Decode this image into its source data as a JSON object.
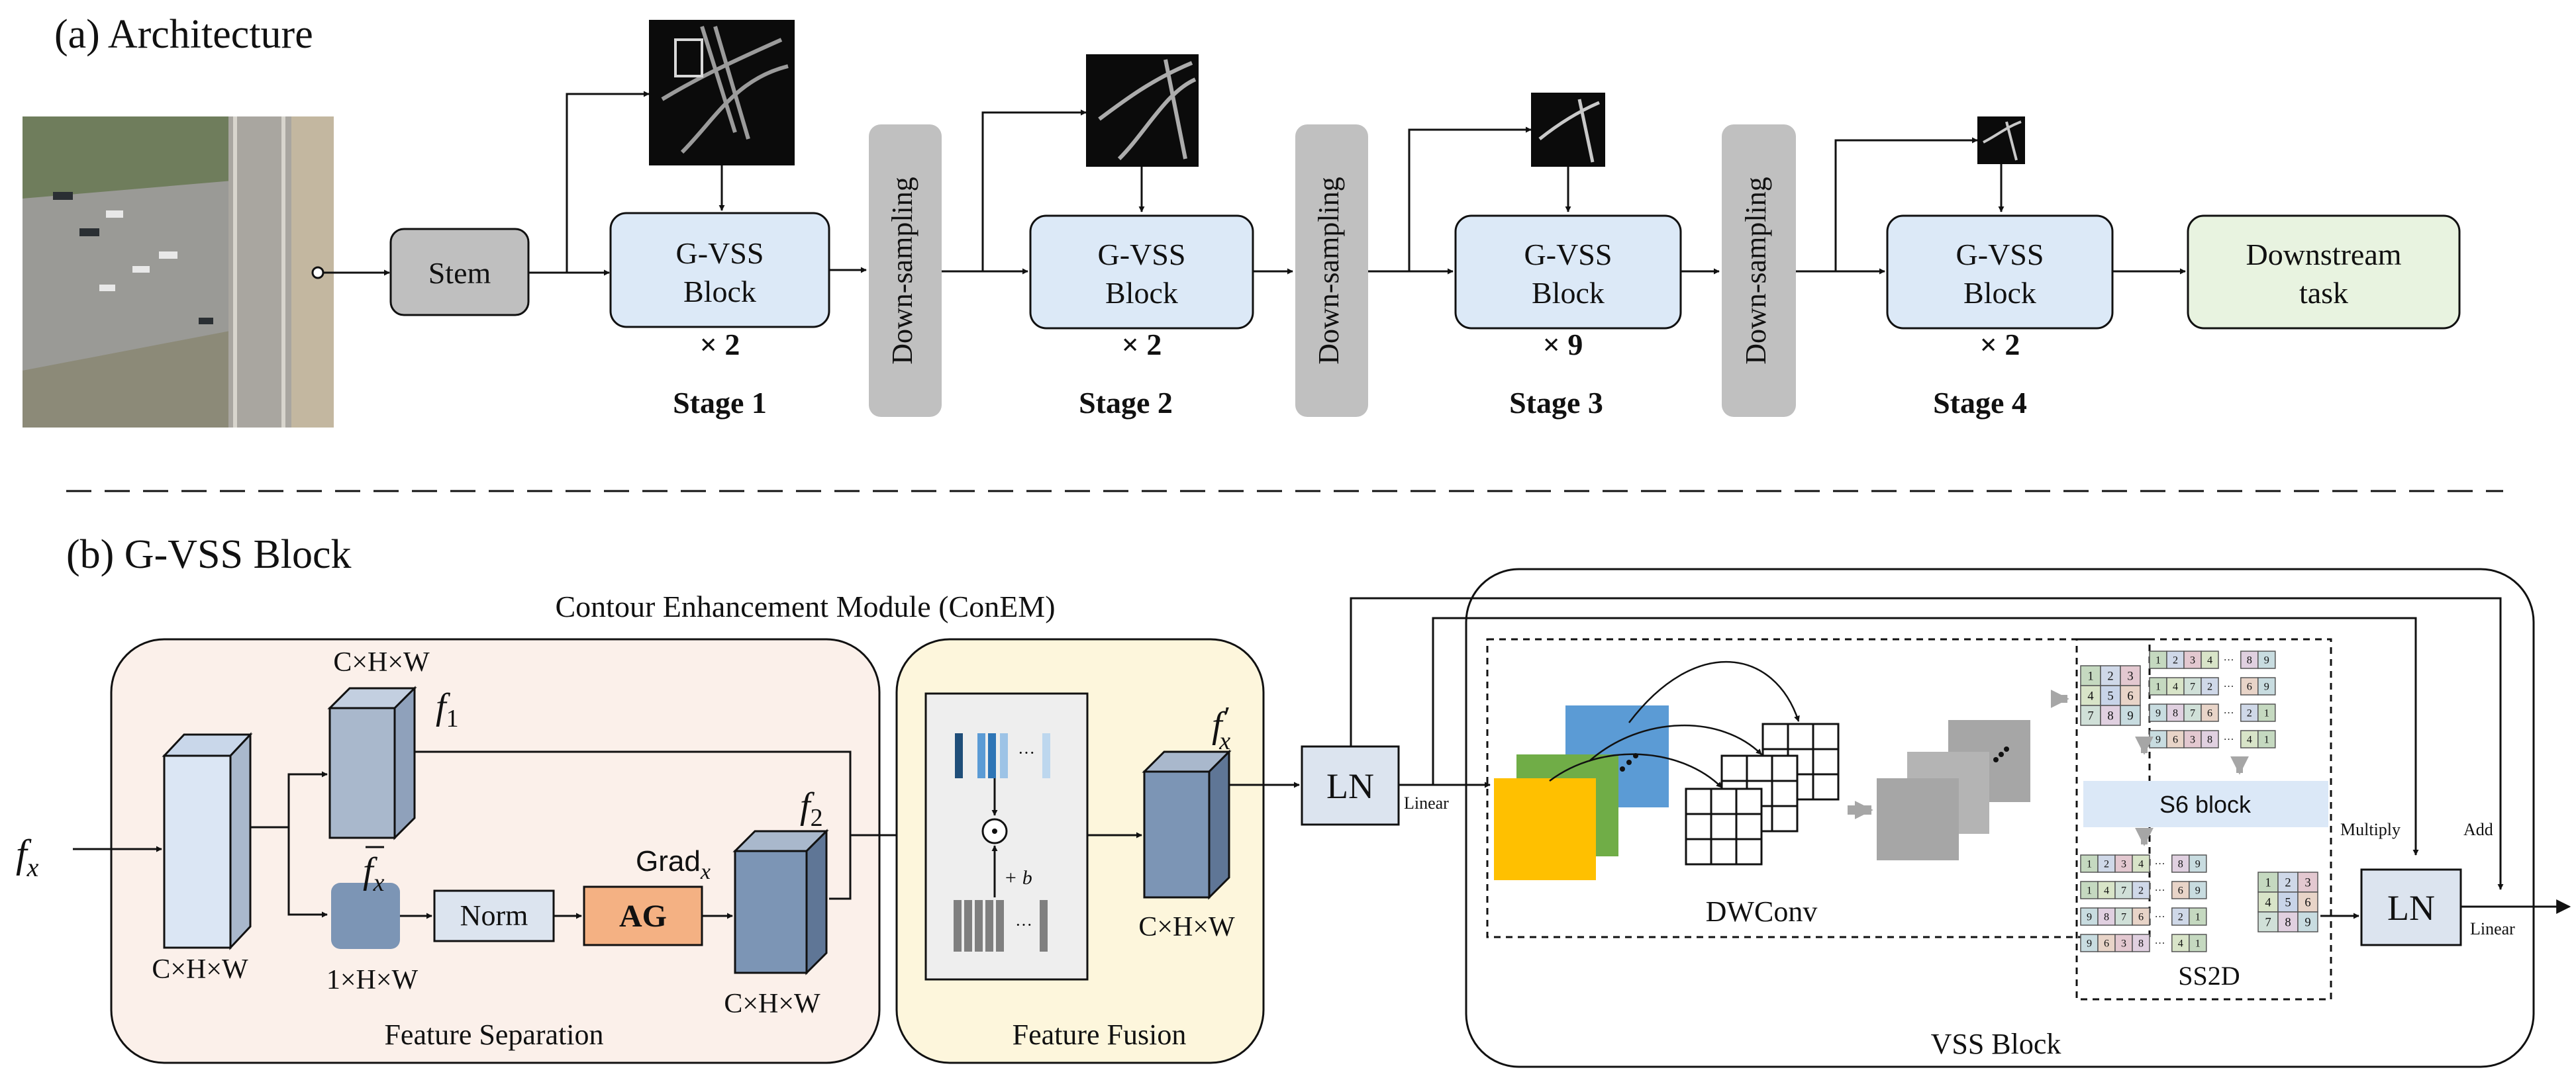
{
  "part_a": {
    "title": "(a) Architecture",
    "stem": "Stem",
    "block_line1": "G-VSS",
    "block_line2": "Block",
    "downsampling": "Down-sampling",
    "downstream_line1": "Downstream",
    "downstream_line2": "task",
    "stages": [
      {
        "label": "Stage 1",
        "repeat": "× 2"
      },
      {
        "label": "Stage 2",
        "repeat": "× 2"
      },
      {
        "label": "Stage 3",
        "repeat": "× 9"
      },
      {
        "label": "Stage 4",
        "repeat": "× 2"
      }
    ]
  },
  "part_b": {
    "title": "(b) G-VSS Block",
    "conem_title": "Contour Enhancement Module (ConEM)",
    "input": "f",
    "input_sub": "x",
    "dim_chw": "C×H×W",
    "dim_1hw": "1×H×W",
    "f1": "f",
    "f1_sub": "1",
    "f2": "f",
    "f2_sub": "2",
    "fbar": "f",
    "fbar_sub": "x",
    "norm": "Norm",
    "ag": "AG",
    "grad": "Grad",
    "grad_sub": "x",
    "feature_separation": "Feature Separation",
    "feature_fusion": "Feature Fusion",
    "fx_prime": "f",
    "fx_prime_sub": "x",
    "fx_prime_mark": "′",
    "plus_b": "+ b",
    "dots": "···",
    "ln": "LN",
    "linear": "Linear",
    "dwconv": "DWConv",
    "s6_block": "S6 block",
    "ss2d": "SS2D",
    "multiply": "Multiply",
    "add": "Add",
    "vss_block": "VSS Block",
    "scan_grids": [
      [
        "1",
        "2",
        "3",
        "4",
        "···",
        "8",
        "9"
      ],
      [
        "1",
        "4",
        "7",
        "2",
        "···",
        "6",
        "9"
      ],
      [
        "9",
        "8",
        "7",
        "6",
        "···",
        "2",
        "1"
      ],
      [
        "9",
        "6",
        "3",
        "8",
        "···",
        "4",
        "1"
      ]
    ],
    "patch_grid": [
      "1",
      "2",
      "3",
      "4",
      "5",
      "6",
      "7",
      "8",
      "9"
    ]
  },
  "colors": {
    "block_fill": "#dce9f7",
    "gray_box": "#bfbfbf",
    "downsampling_fill": "#c0c0c0",
    "downstream_fill": "#e8f3e0",
    "conem_fill": "#fbf0ea",
    "fusion_fill": "#fdf6dc",
    "ag_fill": "#f4b183",
    "cuboid_light": "#dbe6f4",
    "cuboid_mid": "#a9b8cc",
    "cuboid_dark": "#7c95b5",
    "yellow": "#ffc000",
    "green": "#70ad47",
    "blue": "#5b9bd5",
    "gray_square": "#a6a6a6",
    "s6_fill": "#dbe8f7"
  }
}
